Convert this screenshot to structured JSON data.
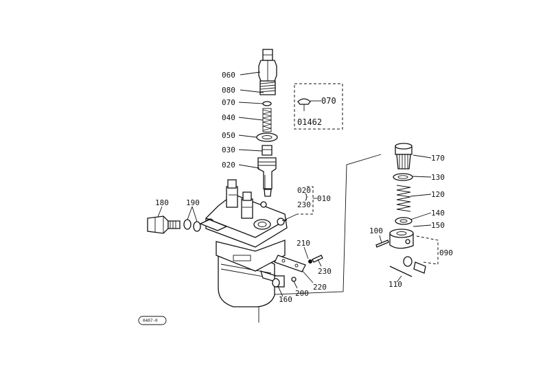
{
  "diagram": {
    "callouts": {
      "p060": "060",
      "p080": "080",
      "p070": "070",
      "p040": "040",
      "p050": "050",
      "p030": "030",
      "p020": "020",
      "p180": "180",
      "p190": "190",
      "p020_group": "020",
      "p230_group": "230",
      "p010": "010",
      "p210": "210",
      "p230": "230",
      "p220": "220",
      "p200": "200",
      "p160": "160",
      "p170": "170",
      "p130": "130",
      "p120": "120",
      "p140": "140",
      "p150": "150",
      "p100": "100",
      "p090": "090",
      "p110": "110"
    },
    "inset": {
      "part": "070",
      "code": "01462"
    },
    "stamp": "0407-0"
  }
}
